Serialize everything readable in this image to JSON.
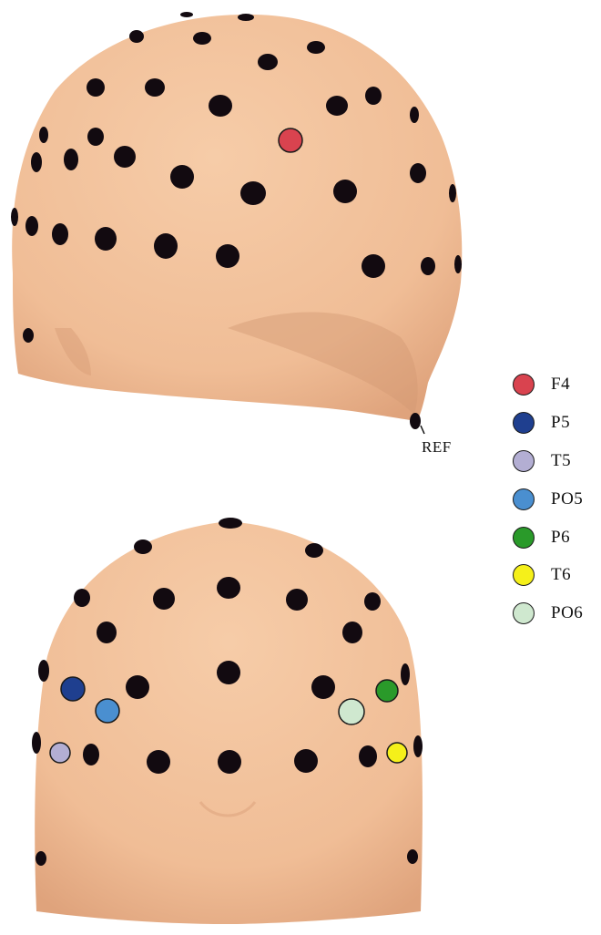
{
  "reference_label": "REF",
  "legend": [
    {
      "label": "F4",
      "color": "#d9434f"
    },
    {
      "label": "P5",
      "color": "#1f3f8f"
    },
    {
      "label": "T5",
      "color": "#b3aed3"
    },
    {
      "label": "PO5",
      "color": "#4a8fd0"
    },
    {
      "label": "P6",
      "color": "#2a9a2a"
    },
    {
      "label": "T6",
      "color": "#f5f01a"
    },
    {
      "label": "PO6",
      "color": "#cfe8cf"
    }
  ],
  "colors": {
    "skin": "#f2c19c",
    "skin_shadow": "#d9a07a",
    "electrode": "#120a10"
  }
}
